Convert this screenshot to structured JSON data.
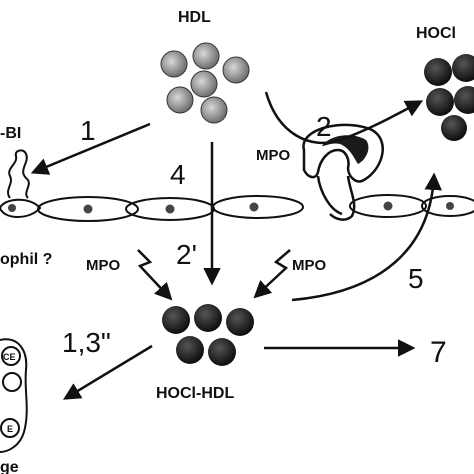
{
  "labels": {
    "hdl": "HDL",
    "hocl_top": "HOCl",
    "sr_bi": "-BI",
    "mpo_endo": "MPO",
    "mpo_left": "MPO",
    "mpo_right": "MPO",
    "neutrophil": "ophil ?",
    "hocl_hdl": "HOCl-HDL",
    "macrophage": "ge",
    "ce_1": "CE",
    "ce_2": "E"
  },
  "steps": {
    "s1": "1",
    "s2": "2",
    "s4": "4",
    "s2p": "2'",
    "s5": "5",
    "s13": "1,3\"",
    "s7": "7"
  },
  "colors": {
    "ink": "#111111",
    "hdl_particle": "#8a8a8a",
    "oxidized_particle": "#1a1a1a",
    "background": "#ffffff"
  }
}
